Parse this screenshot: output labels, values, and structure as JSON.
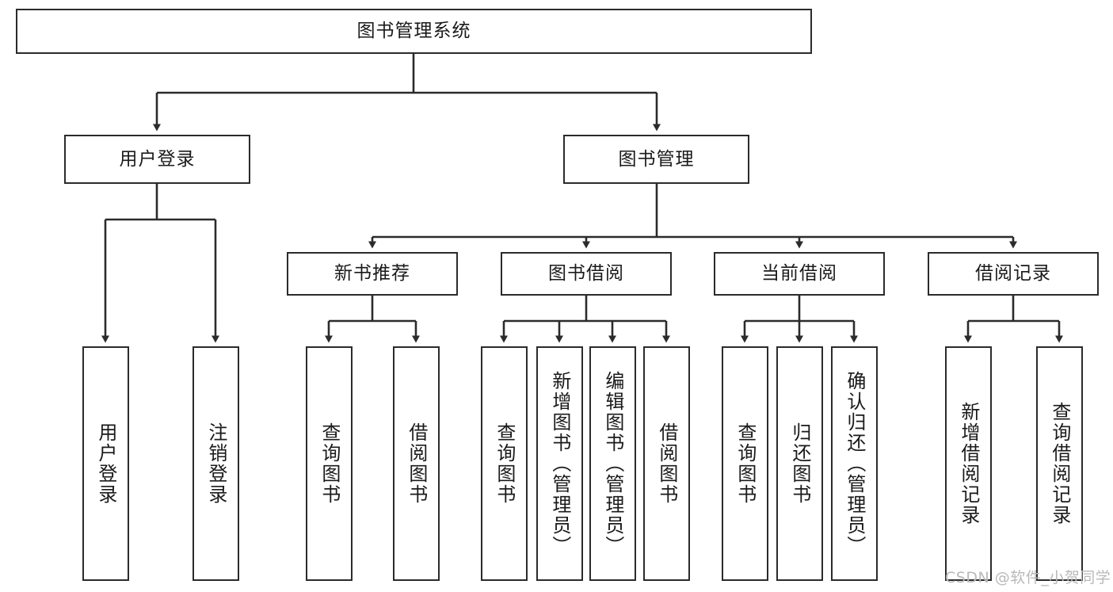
{
  "diagram": {
    "title_node": {
      "label": "图书管理系统"
    },
    "level1": [
      {
        "id": "user-login",
        "label": "用户登录"
      },
      {
        "id": "book-manage",
        "label": "图书管理"
      }
    ],
    "level2": [
      {
        "id": "new-book-recommend",
        "label": "新书推荐"
      },
      {
        "id": "book-borrow",
        "label": "图书借阅"
      },
      {
        "id": "current-borrow",
        "label": "当前借阅"
      },
      {
        "id": "borrow-record",
        "label": "借阅记录"
      }
    ],
    "leaves": [
      {
        "id": "leaf-user-login",
        "label": "用户登录"
      },
      {
        "id": "leaf-logout-login",
        "label": "注销登录"
      },
      {
        "id": "leaf-query-book-1",
        "label": "查询图书"
      },
      {
        "id": "leaf-borrow-book-1",
        "label": "借阅图书"
      },
      {
        "id": "leaf-query-book-2",
        "label": "查询图书"
      },
      {
        "id": "leaf-add-book-admin",
        "label": "新增图书（管理员）"
      },
      {
        "id": "leaf-edit-book-admin",
        "label": "编辑图书（管理员）"
      },
      {
        "id": "leaf-borrow-book-2",
        "label": "借阅图书"
      },
      {
        "id": "leaf-query-book-3",
        "label": "查询图书"
      },
      {
        "id": "leaf-return-book",
        "label": "归还图书"
      },
      {
        "id": "leaf-confirm-return-admin",
        "label": "确认归还（管理员）"
      },
      {
        "id": "leaf-add-borrow-record",
        "label": "新增借阅记录"
      },
      {
        "id": "leaf-query-borrow-record",
        "label": "查询借阅记录"
      }
    ],
    "colors": {
      "stroke": "#2b2b2b",
      "fill": "#ffffff",
      "text": "#1a1a1a",
      "watermark": "#b9b9b9"
    }
  },
  "watermark": {
    "text": "CSDN @软件_小贺同学"
  }
}
